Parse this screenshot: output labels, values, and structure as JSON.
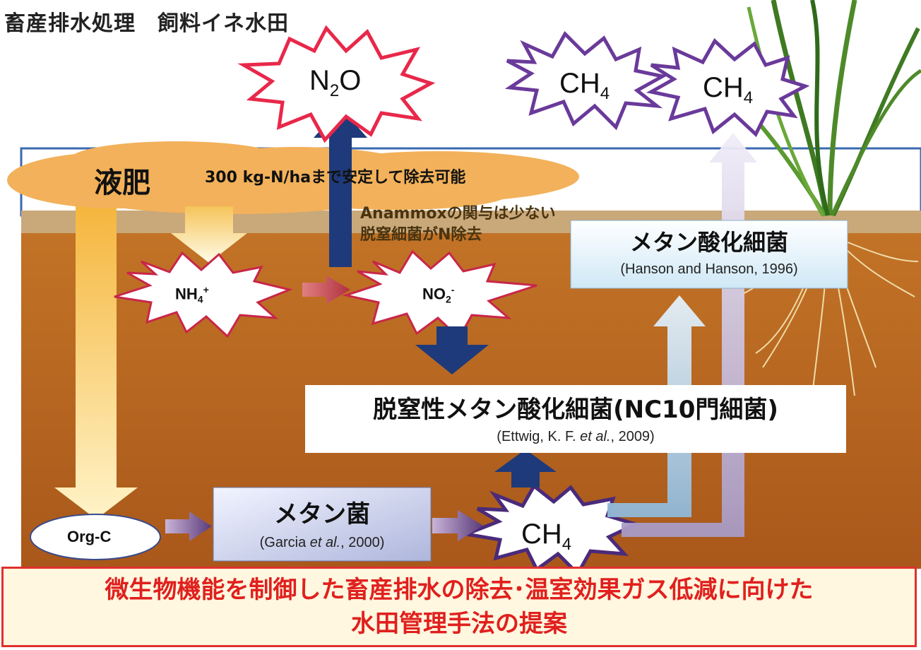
{
  "title": "畜産排水処理　飼料イネ水田",
  "gases": {
    "n2o": {
      "main": "N",
      "sub": "2",
      "end": "O"
    },
    "ch4_left": {
      "main": "CH",
      "sub": "4"
    },
    "ch4_right": {
      "main": "CH",
      "sub": "4"
    },
    "ch4_bottom": {
      "main": "CH",
      "sub": "4"
    }
  },
  "fertilizer": {
    "label": "液肥",
    "note": "300 kg-N/haまで安定して除去可能"
  },
  "anammox": {
    "line1": "Anammoxの関与は少ない",
    "line2": "脱窒細菌がN除去"
  },
  "nitrogen": {
    "nh4": "NH",
    "nh4_sub": "4",
    "nh4_sup": "+",
    "no2": "NO",
    "no2_sub": "2",
    "no2_sup": "-"
  },
  "methanotroph": {
    "label": "メタン酸化細菌",
    "ref": "(Hanson  and Hanson, 1996)"
  },
  "denitrifying_methanotroph": {
    "label": "脱窒性メタン酸化細菌(NC10門細菌)",
    "ref_a": "(Ettwig, K. F. ",
    "ref_b": "et al.",
    "ref_c": ", 2009)"
  },
  "methanogen": {
    "label": "メタン菌",
    "ref_a": "(Garcia ",
    "ref_b": "et al.",
    "ref_c": ", 2000)"
  },
  "orgc": "Org-C",
  "banner": {
    "line1": "微生物機能を制御した畜産排水の除去･温室効果ガス低減に向けた",
    "line2": "水田管理手法の提案"
  },
  "colors": {
    "soil": "#b4651c",
    "soil_light": "#d98a34",
    "water": "#ffffff",
    "water_border": "#3a6ab0",
    "n2o_outline": "#e8284a",
    "ch4_outline": "#6a3a9a",
    "dark_arrow": "#1e3a7a",
    "fertilizer_cloud": "#f2b15a",
    "banner_text": "#e0201e"
  }
}
